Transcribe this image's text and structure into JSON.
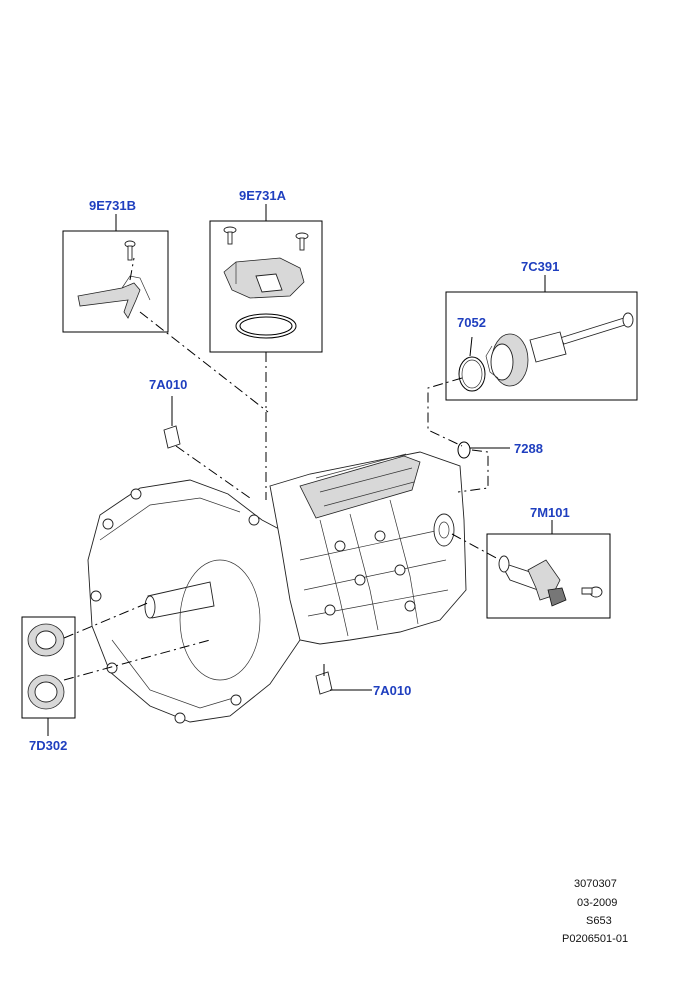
{
  "callouts": {
    "c9E731B": "9E731B",
    "c9E731A": "9E731A",
    "c7C391": "7C391",
    "c7052": "7052",
    "c7A010_top": "7A010",
    "c7288": "7288",
    "c7M101": "7M101",
    "c7A010_bottom": "7A010",
    "c7D302": "7D302"
  },
  "footer": {
    "line1": "3070307",
    "line2": "03-2009",
    "line3": "S653",
    "line4": "P0206501-01"
  },
  "colors": {
    "callout": "#1f3fbf",
    "linework": "#000000",
    "background": "#ffffff"
  }
}
